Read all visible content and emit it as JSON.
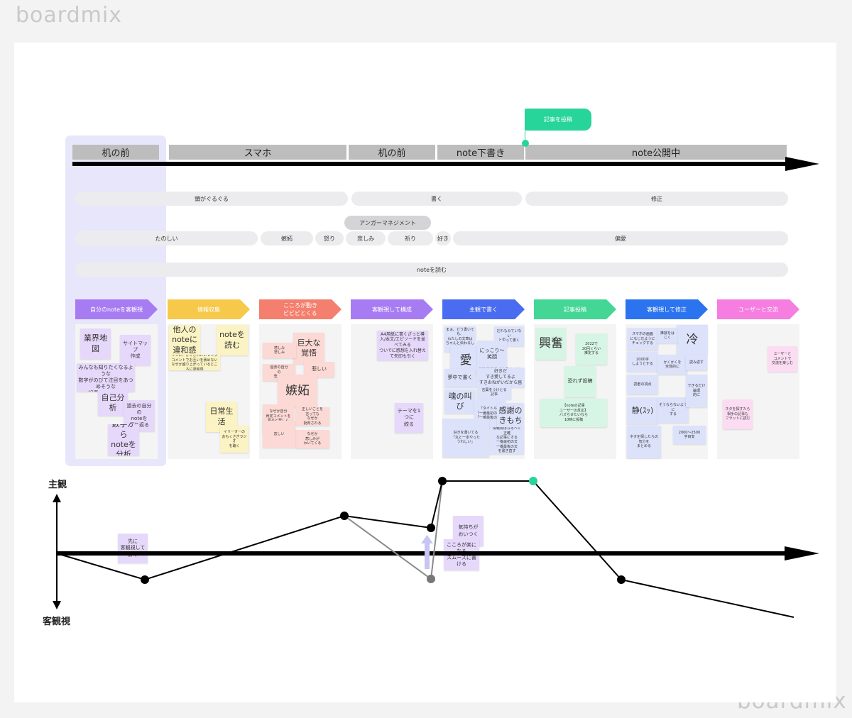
{
  "brand": "boardmix",
  "flag": "記事を投稿",
  "phases": [
    "机の前",
    "スマホ",
    "机の前",
    "note下書き",
    "note公開中"
  ],
  "lanes": {
    "row1": [
      "頭がぐるぐる",
      "書く",
      "修正"
    ],
    "anger": "アンガーマネジメント",
    "row2": [
      "たのしい",
      "嫉妬",
      "怒り",
      "悲しみ",
      "祈り",
      "好き",
      "偏愛"
    ],
    "row3": "noteを読む"
  },
  "stages": [
    {
      "label": "自分のnoteを客観視",
      "color": "#a77cf2"
    },
    {
      "label": "情報収集",
      "color": "#f7c94a"
    },
    {
      "label": "こころが動き\nビビビとくる",
      "color": "#f47f6e"
    },
    {
      "label": "客観視して構成",
      "color": "#a77cf2"
    },
    {
      "label": "主観で書く",
      "color": "#4a6cf0"
    },
    {
      "label": "記事投稿",
      "color": "#43d694"
    },
    {
      "label": "客観視して修正",
      "color": "#2c73ef"
    },
    {
      "label": "ユーザーと交流",
      "color": "#f57ee0"
    }
  ],
  "notes": {
    "s1": [
      "業界地図",
      "サイトマップ\n作成",
      "自分が好きで\nみんなも知りたくなるような\n数字がのびて注目をあつめそうな\n記事を模索する",
      "自己分析",
      "過去の自分の\nnoteを\n振り返る",
      "数字から\nnoteを\n分析"
    ],
    "s2": [
      "他人の\nnoteに\n違和感",
      "noteを\n読む",
      "フンに、かくされたいセンタ\nコメントでお互いを褒めない\nなぜか盛り上がっているところに違和感",
      "日常生活",
      "イリーターの\nおもくさぎラジオ\nを聴く"
    ],
    "s3": [
      "巨大な\n覚悟",
      "悲しみ\n悲しみ",
      "恋しい",
      "悲しい",
      "過去の自分\nの\n悲しみ",
      "嫉妬",
      "なぜか自分\n肯定コメントを\n見ると悲しく\nなる",
      "正しいことを\n言っても\nなぜか\n批判される",
      "なぜか\n悲しみが\nわいてくる"
    ],
    "s4": [
      "A4用紙に書くざっと導入/本文/エピソードを並べてみる\nついでに感想を入れ替えて矢印も引く",
      "テーマを1つに\n絞る"
    ],
    "s5": [
      "まぁ、どう書いても、\nわたしの文章は\nちゃんと伝わるし\n大丈夫",
      "だれもみていない\nと思って書く",
      "愛",
      "にっこり～\n笑顔",
      "変愛愛愛大好き本当に好きだ\nすき愛してるよ\nすきおねがいだから届いて",
      "夢中で書く",
      "言葉をうけとる\n記事",
      "魂の叫び",
      "「タイトル」\n「一番最初の文」\n「一番最後の文」",
      "感謝の\nきもち",
      "好きを書いてる\n「丸と一本やった\nうれしい」",
      "情報源はなるべく正確\nな記事にする",
      "一番最初の文\n一番最後の文\nを書き直す"
    ],
    "s6": [
      "興奮",
      "2022で\n20回くらい\n推定する",
      "恐れず投稿",
      "【noteの記事\nユーザーの反応】\nバズらせたいなら\n10時に投稿"
    ],
    "s7": [
      "スマホの画面\nになじむように\nチェックする",
      "冷",
      "推敲をはじく",
      "2000字\nしようとする",
      "かくかくを\n全体的に",
      "読み返す",
      "読者の視点",
      "静(ｽｯ)",
      "そうならないように\nする",
      "できるだけ論理\n的に",
      "ネタを探したらの\n気分を\nまとめる",
      "2000～2500\n字目安"
    ],
    "s8": [
      "ユーザーと\nコメントで\n交流を楽しむ",
      "ネタを探すたら\n相手の記事も\nフラットに読む"
    ]
  },
  "graph": {
    "y_top": "主観",
    "y_bottom": "客観視",
    "notes": [
      "先に\n客観視しておく",
      "気持ちが\nおいつく",
      "こころが楽になる\nスムーズに書ける"
    ]
  }
}
